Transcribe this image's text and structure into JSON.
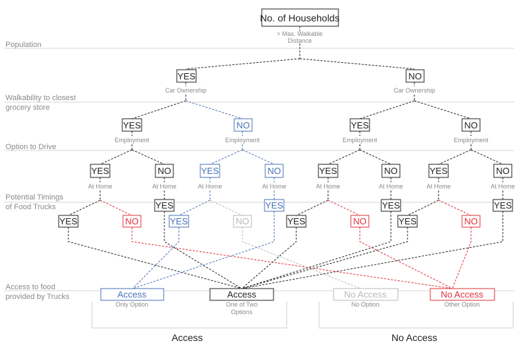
{
  "root": {
    "label": "No. of Households",
    "sub1": "> Max. Walkable",
    "sub2": "Distance"
  },
  "levels": {
    "population": "Population",
    "walk_1": "Walkability to closest",
    "walk_2": "grocery store",
    "drive": "Option to Drive",
    "timing_1": "Potential Timings",
    "timing_2": "of Food Trucks",
    "access_1": "Access to food",
    "access_2": "provided by Trucks"
  },
  "branch_labels": {
    "car": "Car Ownership",
    "employment": "Employment",
    "home": "At Home"
  },
  "answers": {
    "yes": "YES",
    "no": "NO"
  },
  "outcomes": {
    "access_only": {
      "label": "Access",
      "sub": "Only Option"
    },
    "access_two": {
      "label": "Access",
      "sub1": "One of Two",
      "sub2": "Options"
    },
    "noaccess_no": {
      "label": "No Access",
      "sub": "No Option"
    },
    "noaccess_other": {
      "label": "No Access",
      "sub": "Other Option"
    }
  },
  "groups": {
    "access": "Access",
    "no_access": "No Access"
  },
  "colors": {
    "black": "#222222",
    "blue": "#4a72b8",
    "red": "#e0303a",
    "gray": "#b9b9b9",
    "label": "#8a8a8a",
    "rule": "#d4d4d4"
  }
}
